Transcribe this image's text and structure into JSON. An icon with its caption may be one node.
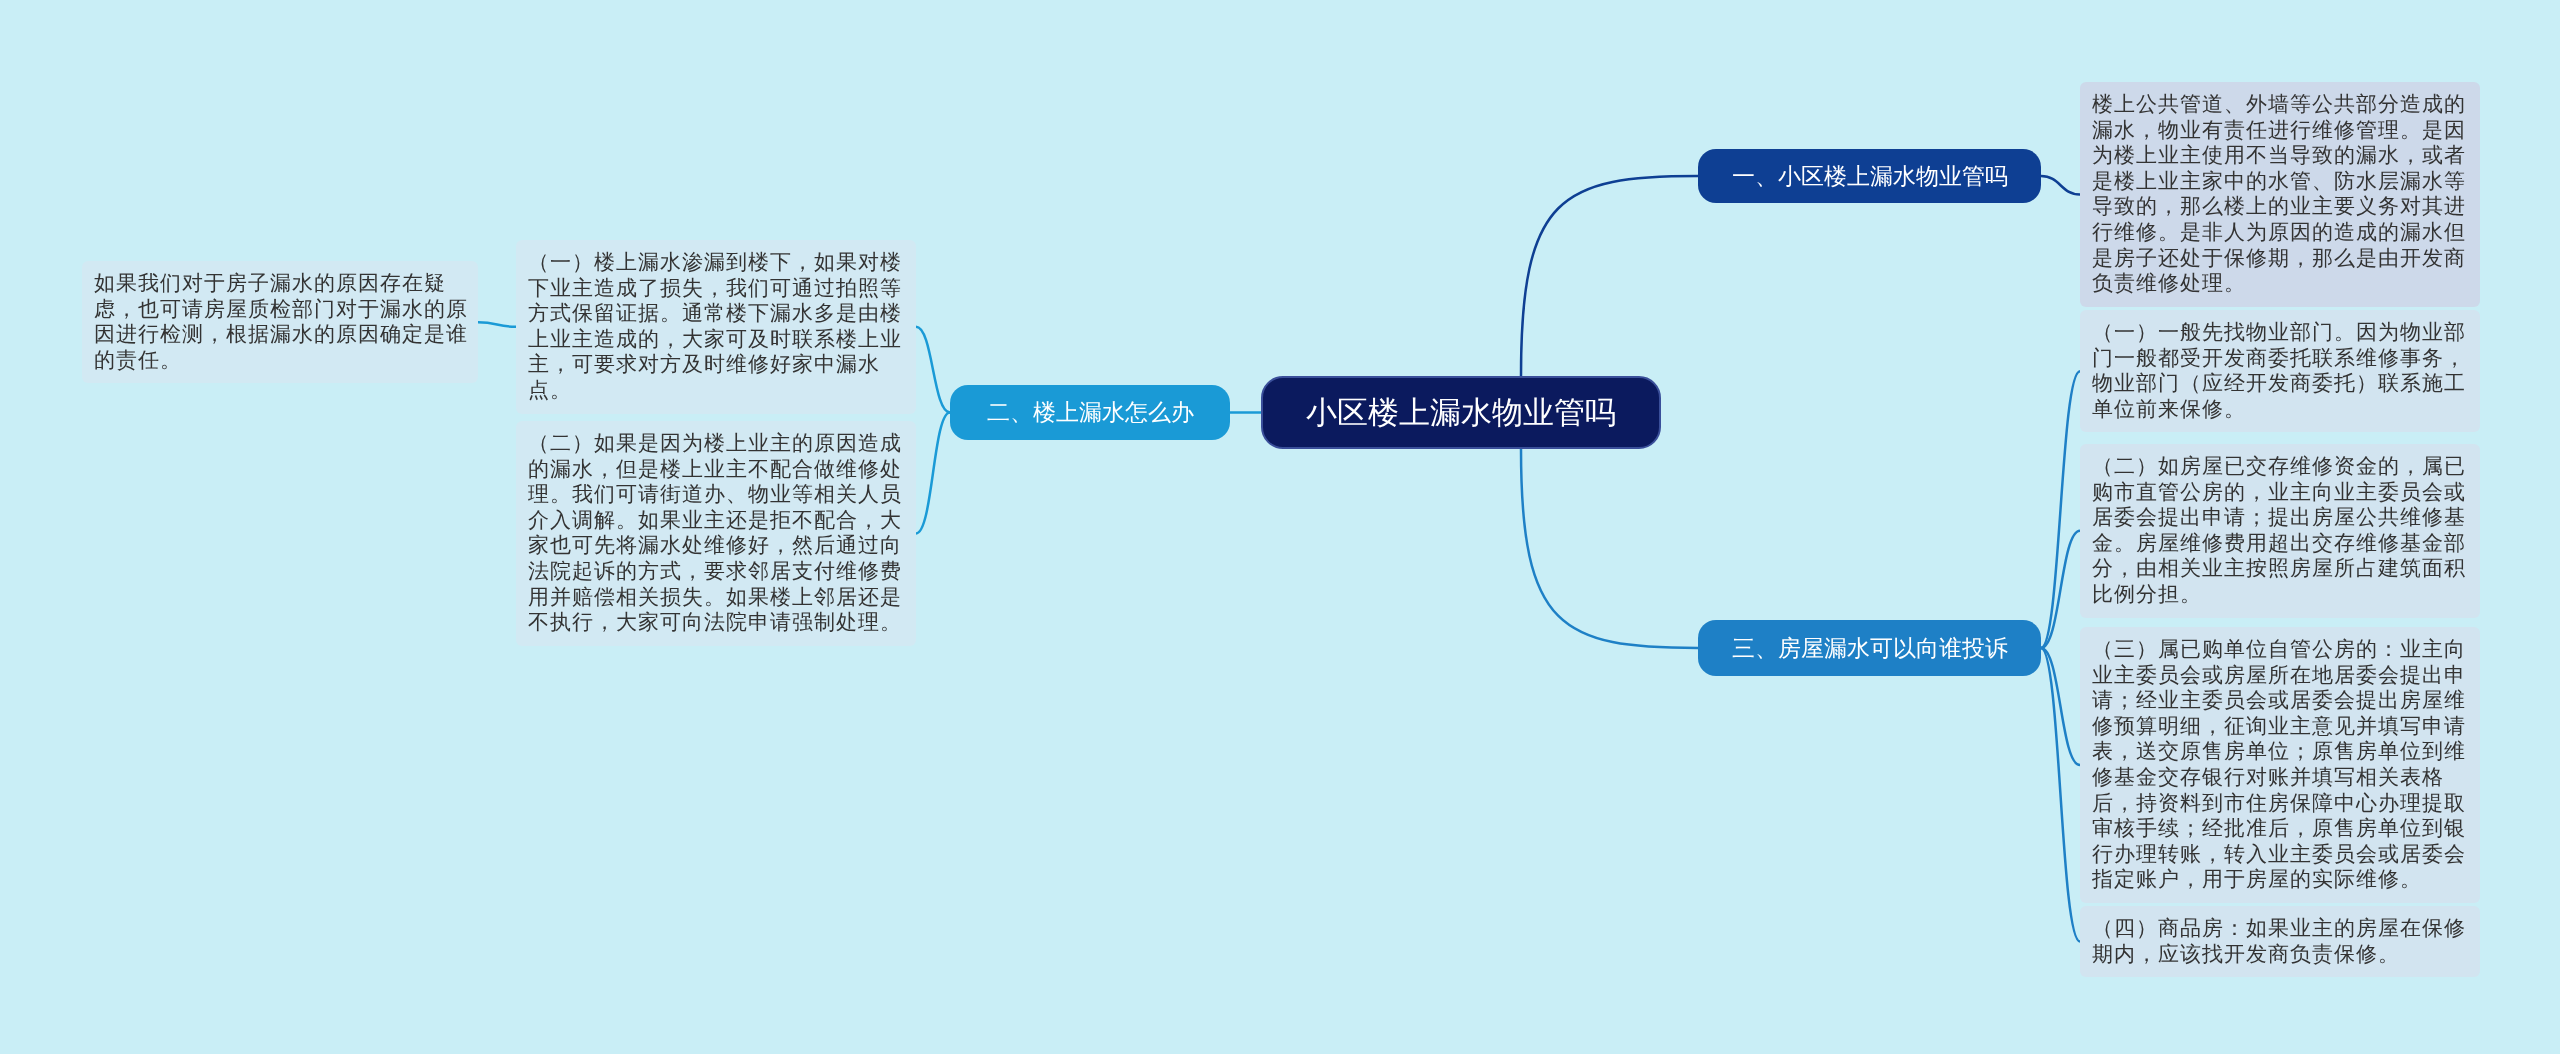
{
  "diagram": {
    "nodes": [
      {
        "text": [
          "小区楼上漏水物业管吗"
        ]
      },
      {
        "text": [
          "一、小区楼上漏水物业管吗"
        ]
      },
      {
        "text": [
          "楼上公共管道、外墙等公共部分造成的漏水，物业有责任进行维修管理。是因为楼上业主使用不当导致的漏水，或者是楼上业主家中的水管、防水层漏水等导致的，那么楼上的业主要义务对其进行维修。是非人为原因的造成的漏水但是房子还处于保修期，那么是由开发商负责维修处理。"
        ]
      },
      {
        "text": [
          "二、楼上漏水怎么办"
        ]
      },
      {
        "text": [
          "（一）楼上漏水渗漏到楼下，如果对楼下业主造成了损失，我们可通过拍照等方式保留证据。通常楼下漏水多是由楼上业主造成的，大家可及时联系楼上业主，可要求对方及时维修好家中漏水点。"
        ]
      },
      {
        "text": [
          "（二）如果是因为楼上业主的原因造成的漏水，但是楼上业主不配合做维修处理。我们可请街道办、物业等相关人员介入调解。如果业主还是拒不配合，大家也可先将漏水处维修好，然后通过向法院起诉的方式，要求邻居支付维修费用并赔偿相关损失。如果楼上邻居还是不执行，大家可向法院申请强制处理。"
        ]
      },
      {
        "text": [
          "如果我们对于房子漏水的原因存在疑虑，也可请房屋质检部门对于漏水的原因进行检测，根据漏水的原因确定是谁的责任。"
        ]
      },
      {
        "text": [
          "三、房屋漏水可以向谁投诉"
        ]
      },
      {
        "text": [
          "（一）一般先找物业部门。因为物业部门一般都受开发商委托联系维修事务，物业部门（应经开发商委托）联系施工单位前来保修。"
        ]
      },
      {
        "text": [
          "（二）如房屋已交存维修资金的，属已购市直管公房的，业主向业主委员会或居委会提出申请；提出房屋公共维修基金。房屋维修费用超出交存维修基金部分，由相关业主按照房屋所占建筑面积比例分担。"
        ]
      },
      {
        "text": [
          "（三）属已购单位自管公房的：业主向业主委员会或房屋所在地居委会提出申请；经业主委员会或居委会提出房屋维修预算明细，征询业主意见并填写申请表，送交原售房单位；原售房单位到维修基金交存银行对账并填写相关表格后，持资料到市住房保障中心办理提取审核手续；经批准后，原售房单位到银行办理转账，转入业主委员会或居委会指定账户，用于房屋的实际维修。"
        ]
      },
      {
        "text": [
          "（四）商品房：如果业主的房屋在保修期内，应该找开发商负责保修。"
        ]
      }
    ],
    "edges": [
      {
        "from": 0,
        "to": 1,
        "arrow": "none"
      },
      {
        "from": 1,
        "to": 2,
        "arrow": "none"
      },
      {
        "from": 0,
        "to": 3,
        "arrow": "none"
      },
      {
        "from": 3,
        "to": 4,
        "arrow": "none"
      },
      {
        "from": 3,
        "to": 5,
        "arrow": "none"
      },
      {
        "from": 4,
        "to": 6,
        "arrow": "none"
      },
      {
        "from": 0,
        "to": 7,
        "arrow": "none"
      },
      {
        "from": 7,
        "to": 8,
        "arrow": "none"
      },
      {
        "from": 7,
        "to": 9,
        "arrow": "none"
      },
      {
        "from": 7,
        "to": 10,
        "arrow": "none"
      },
      {
        "from": 7,
        "to": 11,
        "arrow": "none"
      }
    ]
  }
}
